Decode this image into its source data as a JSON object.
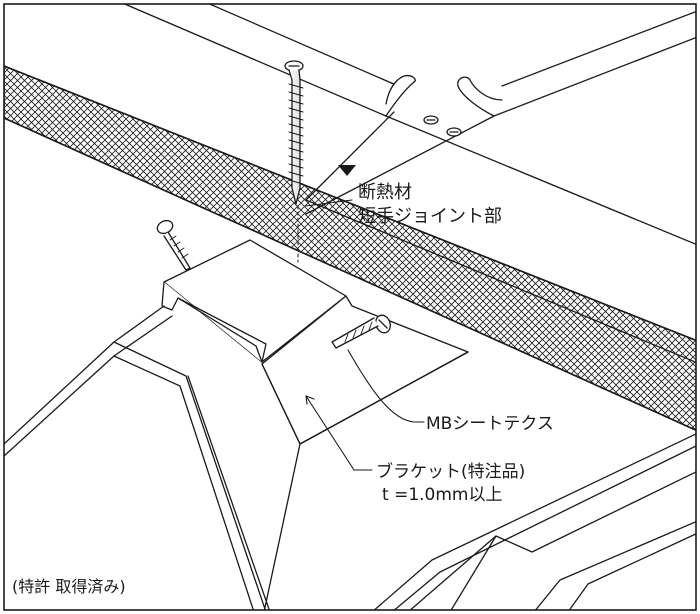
{
  "diagram": {
    "insulation_label_line1": "断熱材",
    "insulation_label_line2": "短手ジョイント部",
    "screw_label": "MBシートテクス",
    "bracket_label_line1": "ブラケット(特注品)",
    "bracket_label_line2": "t =1.0mm以上",
    "patent_note": "(特許 取得済み)"
  },
  "colors": {
    "line": "#1a1a1a",
    "background": "#ffffff"
  },
  "icons": [
    "crosshatch-insulation",
    "wood-screw-icon",
    "tek-screw-icon",
    "fixing-screw-icon",
    "joint-marker-triangle-icon"
  ]
}
